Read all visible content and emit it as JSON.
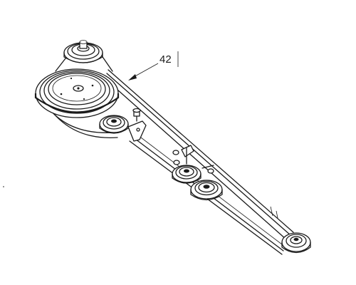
{
  "diagram": {
    "callout": {
      "number": "42"
    },
    "parts": [
      {
        "name": "drive-pulley-large",
        "icon": "pulley-icon"
      },
      {
        "name": "drive-pulley-top",
        "icon": "pulley-icon"
      },
      {
        "name": "idler-pulley-left",
        "icon": "pulley-icon"
      },
      {
        "name": "idler-pulley-middle-1",
        "icon": "pulley-icon"
      },
      {
        "name": "idler-pulley-middle-2",
        "icon": "pulley-icon"
      },
      {
        "name": "spindle-pulley-right",
        "icon": "pulley-icon"
      },
      {
        "name": "drive-belt",
        "icon": "belt-icon"
      }
    ],
    "colors": {
      "ink": "#1a1a1a",
      "background": "#ffffff"
    }
  }
}
